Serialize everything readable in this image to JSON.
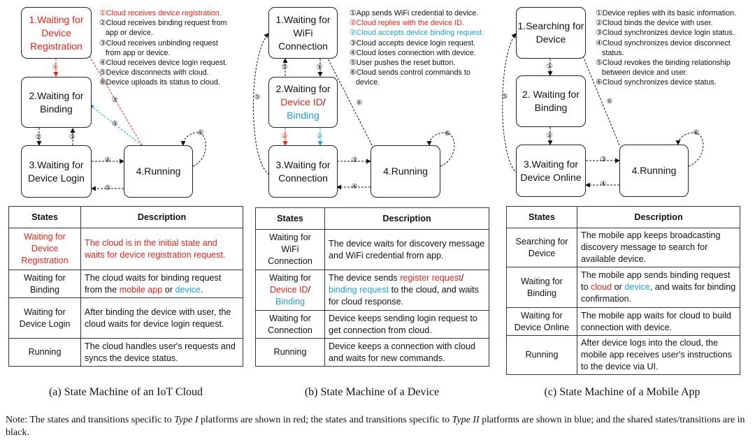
{
  "colors": {
    "type1": "#e8231b",
    "type2": "#1f9fd8",
    "shared": "#111111"
  },
  "panel_a": {
    "states": {
      "s1": "1.Waiting for Device Registration",
      "s2": "2.Waiting for Binding",
      "s3": "3.Waiting for Device Login",
      "s4": "4.Running"
    },
    "notes": [
      "①Cloud receives device registration.",
      "②Cloud receives binding request from",
      "   app or device.",
      "③Cloud receives unbinding request",
      "   from app or device.",
      "④Cloud receives device login request.",
      "⑤Device disconnects with cloud.",
      "⑥Device uploads its status to cloud."
    ],
    "table": {
      "headers": [
        "States",
        "Description"
      ],
      "rows": [
        {
          "state": "Waiting for Device Registration",
          "desc": "The cloud is in the initial state and waits for device registration request."
        },
        {
          "state": "Waiting for Binding",
          "desc_pre": "The cloud waits for binding request from the ",
          "desc_red": "mobile app",
          "desc_mid": " or ",
          "desc_blue": "device",
          "desc_post": "."
        },
        {
          "state": "Waiting for Device Login",
          "desc": "After binding the device with user, the cloud waits for device login request."
        },
        {
          "state": "Running",
          "desc": "The cloud handles user's requests and syncs the device status."
        }
      ]
    },
    "caption": "(a) State Machine of an IoT Cloud"
  },
  "panel_b": {
    "states": {
      "s1": "1.Waiting for WiFi Connection",
      "s2_prefix": "2.Waiting for",
      "s2_red": "Device ID",
      "s2_slash": "/",
      "s2_blue": "Binding",
      "s3": "3.Waiting for Connection",
      "s4": "4.Running"
    },
    "notes": [
      "①App sends WiFi credential to device.",
      "②Cloud replies with the device ID.",
      "②Cloud accepts device binding request.",
      "③Cloud accepts device login request.",
      "④Cloud loses connection with device.",
      "⑤User pushes the reset button.",
      "⑥Cloud sends control commands to",
      "   device."
    ],
    "table": {
      "headers": [
        "States",
        "Description"
      ],
      "rows": [
        {
          "state": "Waiting for WiFi Connection",
          "desc": "The device waits for discovery message and WiFi credential from app."
        },
        {
          "state_pre": "Waiting for",
          "state_red": "Device ID",
          "state_slash": "/",
          "state_blue": "Binding",
          "desc_pre": "The device sends ",
          "desc_red": "register request",
          "desc_mid": "/ ",
          "desc_blue": "binding request",
          "desc_post": " to the cloud, and waits for cloud response."
        },
        {
          "state": "Waiting for Connection",
          "desc": "Device keeps sending login request to get connection from cloud."
        },
        {
          "state": "Running",
          "desc": "Device keeps a connection with cloud and waits for new commands."
        }
      ]
    },
    "caption": "(b) State Machine of a Device"
  },
  "panel_c": {
    "states": {
      "s1": "1.Searching for Device",
      "s2": "2. Waiting for Binding",
      "s3": "3.Waiting for Device Online",
      "s4": "4.Running"
    },
    "notes": [
      "①Device replies with its basic information.",
      "②Cloud binds the device with user.",
      "③Cloud synchronizes device login status.",
      "④Cloud synchronizes device disconnect",
      "   status.",
      "⑤Cloud revokes the binding relationship",
      "   between device and user.",
      "⑥Cloud synchronizes device status."
    ],
    "table": {
      "headers": [
        "States",
        "Description"
      ],
      "rows": [
        {
          "state": "Searching for Device",
          "desc": "The mobile app keeps broadcasting discovery message to search for available device."
        },
        {
          "state": "Waiting for Binding",
          "desc_pre": "The mobile app sends binding request to ",
          "desc_red": "cloud",
          "desc_mid": " or ",
          "desc_blue": "device",
          "desc_post": ", and waits for binding confirmation."
        },
        {
          "state": "Waiting for Device Online",
          "desc": "The mobile app waits for cloud to build connection with device."
        },
        {
          "state": "Running",
          "desc": "After device logs into the cloud, the mobile app receives user's instructions to the device via UI."
        }
      ]
    },
    "caption": "(c) State Machine of a Mobile App"
  },
  "edge_labels": {
    "e1": "①",
    "e2": "②",
    "e3": "③",
    "e4": "④",
    "e5": "⑤",
    "e6": "⑥"
  },
  "note": {
    "pre": "Note: The states and transitions specific to ",
    "type1": "Type I",
    "mid1": " platforms are shown in red; the states and transitions specific to ",
    "type2": "Type II",
    "post": " platforms are shown in blue; and the shared states/transitions are in black."
  }
}
